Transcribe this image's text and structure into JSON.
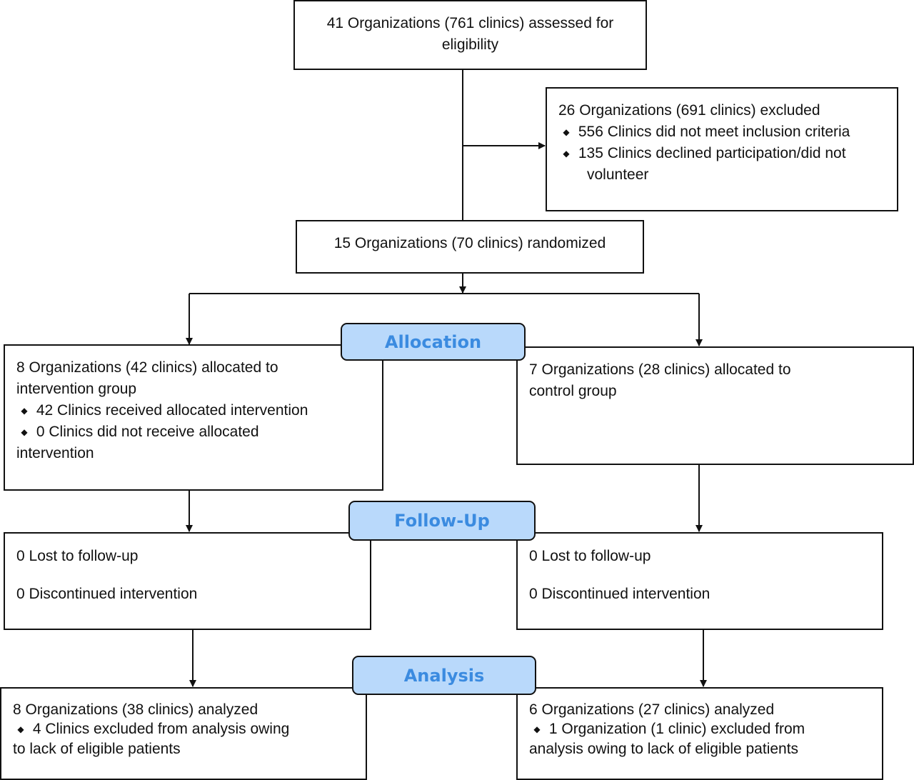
{
  "boxes": {
    "eligibility": {
      "lines": [
        "41 Organizations (761 clinics) assessed for",
        "eligibility"
      ]
    },
    "excluded": {
      "title": "26 Organizations (691 clinics) excluded",
      "bullets": [
        "556 Clinics did not meet inclusion criteria",
        "135 Clinics declined participation/did not"
      ],
      "continuation": "volunteer"
    },
    "randomized": {
      "text": "15 Organizations (70 clinics) randomized"
    },
    "intervention": {
      "title_lines": [
        "8 Organizations (42 clinics) allocated to",
        "intervention group"
      ],
      "bullets": [
        "42 Clinics received allocated intervention",
        "0 Clinics did not receive allocated"
      ],
      "continuation": "intervention"
    },
    "control": {
      "title_lines": [
        "7 Organizations (28 clinics) allocated to",
        "control group"
      ]
    },
    "followup_left": {
      "lost": "0 Lost to follow-up",
      "discontinued": "0 Discontinued intervention"
    },
    "followup_right": {
      "lost": "0 Lost to follow-up",
      "discontinued": "0 Discontinued intervention"
    },
    "analysis_left": {
      "title": "8 Organizations (38 clinics) analyzed",
      "bullet": "4 Clinics excluded from analysis owing",
      "continuation": "to lack of eligible patients"
    },
    "analysis_right": {
      "title": "6 Organizations (27 clinics) analyzed",
      "bullet": "1 Organization (1 clinic) excluded from",
      "continuation": "analysis owing to lack of eligible patients"
    }
  },
  "stages": {
    "allocation": "Allocation",
    "followup": "Follow-Up",
    "analysis": "Analysis"
  },
  "bullet_glyph": "◆"
}
